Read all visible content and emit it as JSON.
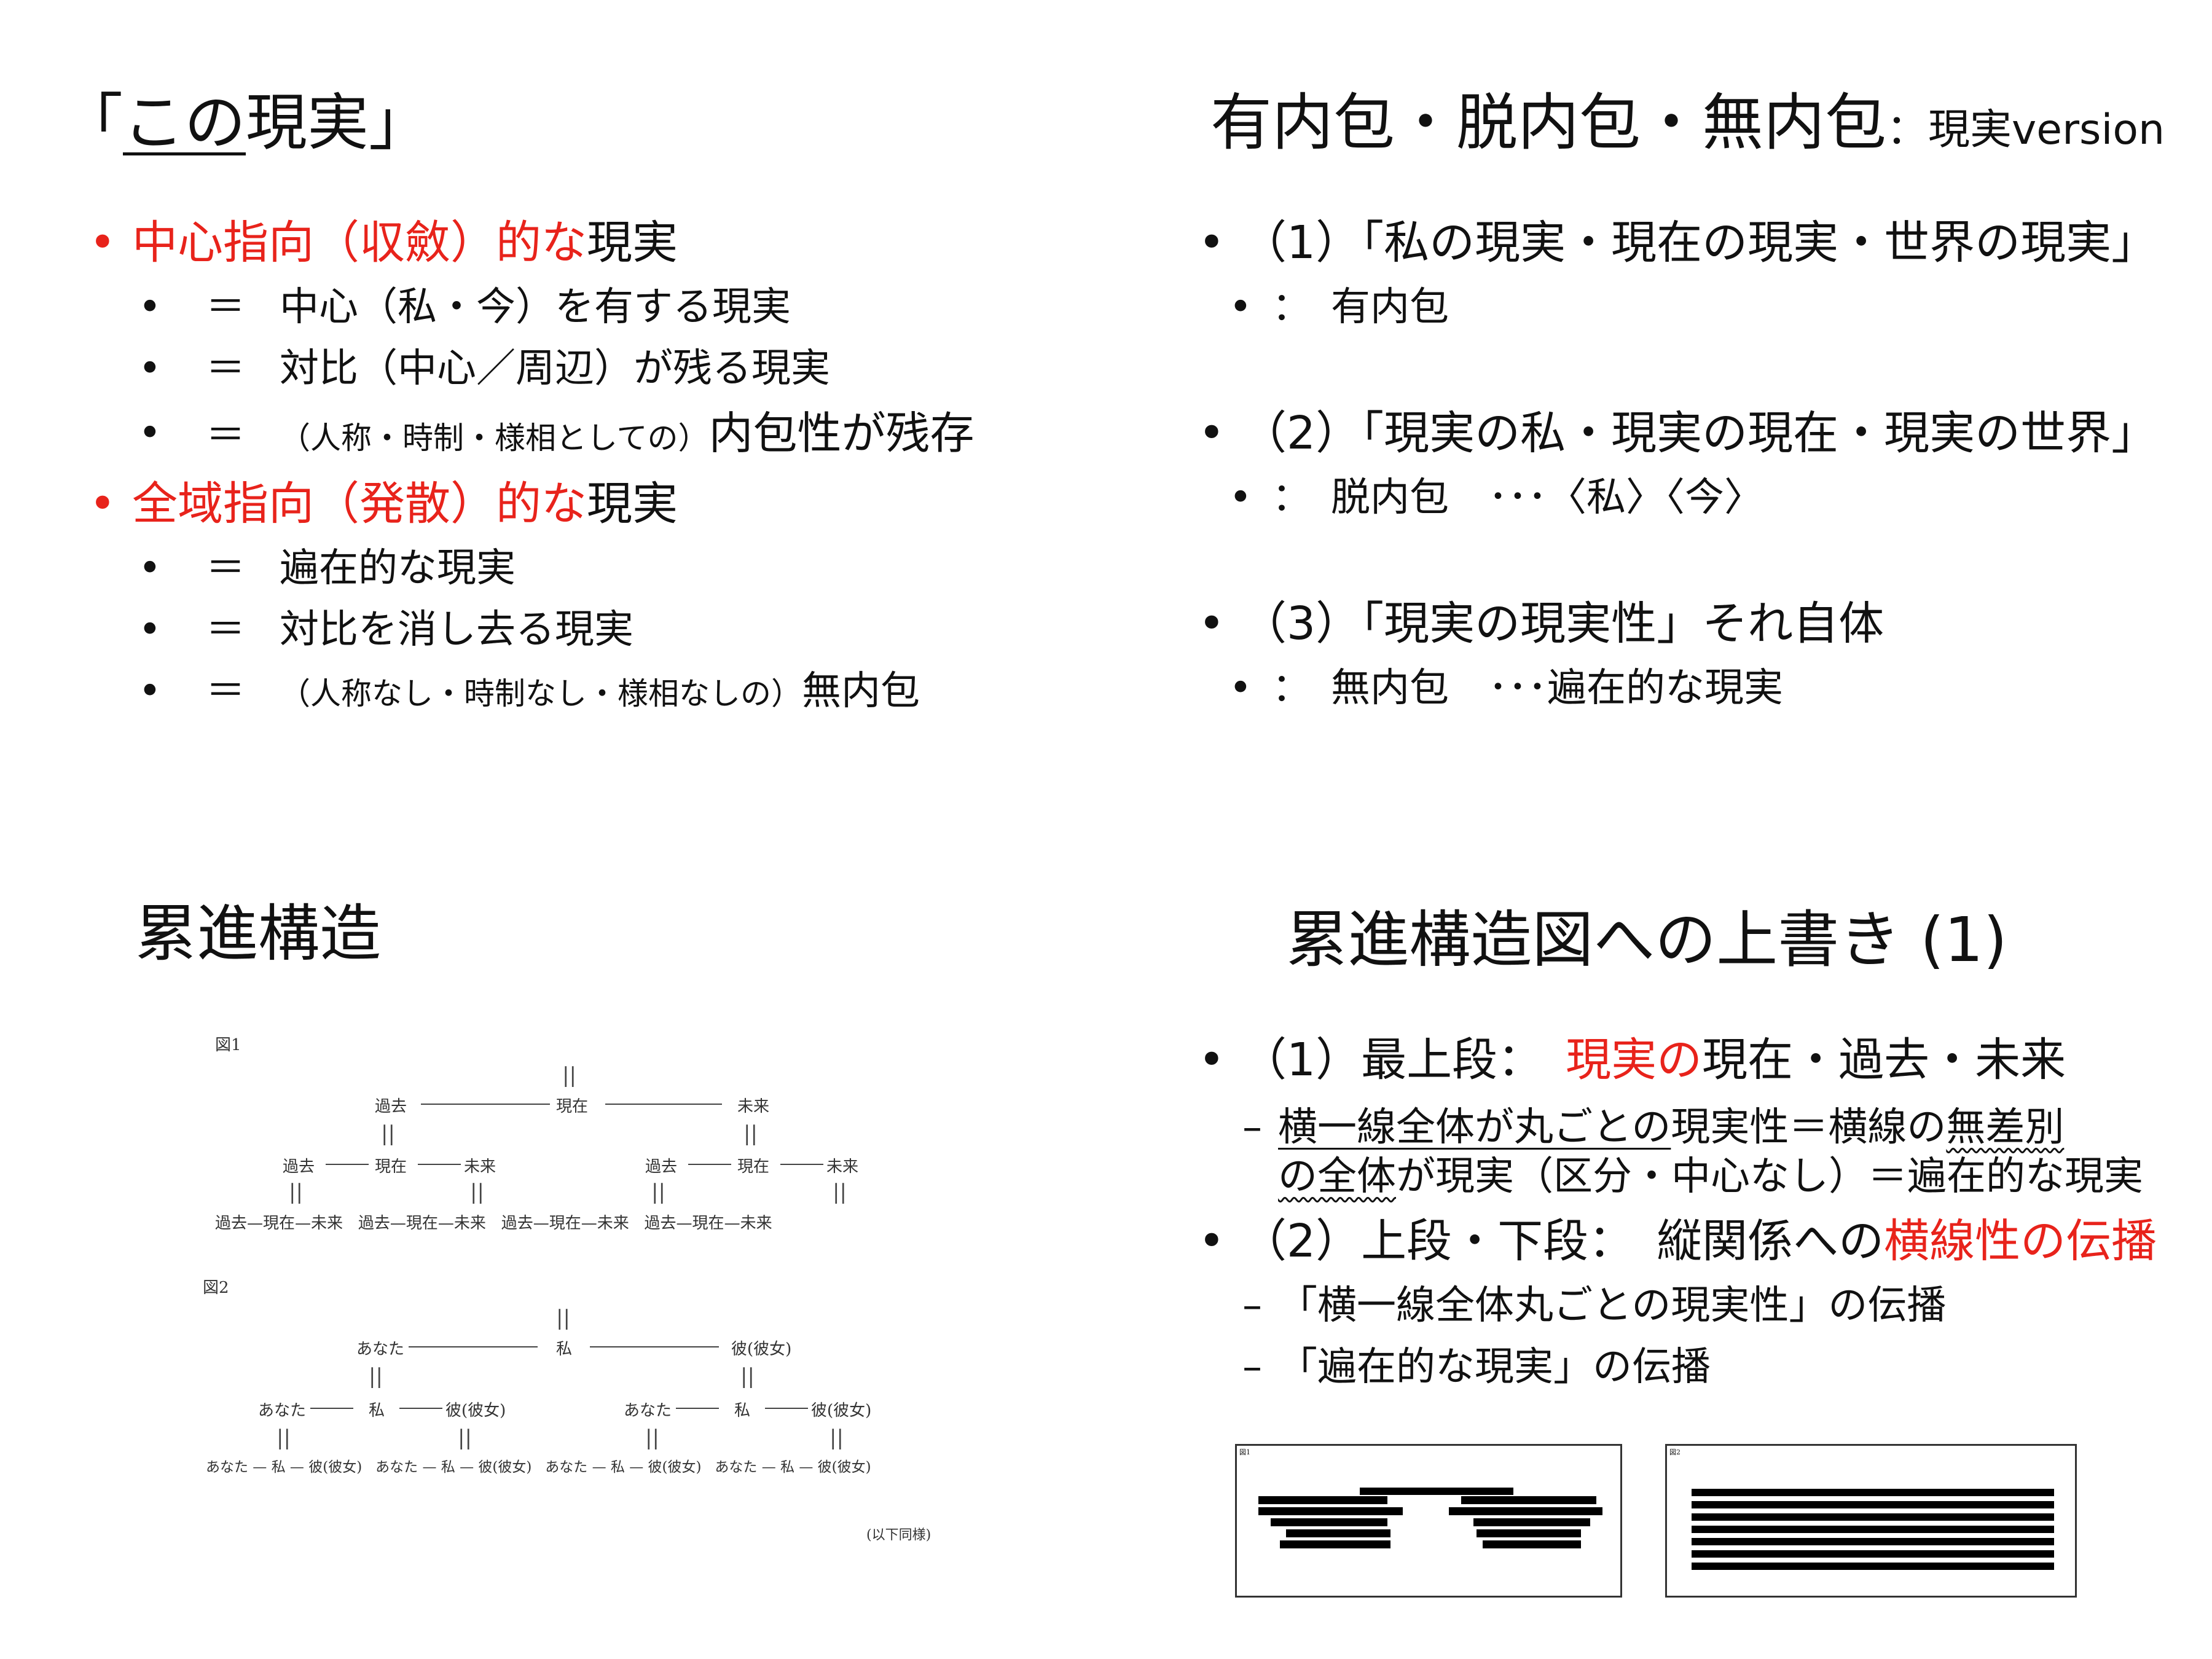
{
  "slide1": {
    "title_open": "「",
    "title_under": "この",
    "title_rest": "現実」",
    "b1_red": "中心指向（収斂）的な",
    "b1_black": "現実",
    "b1_sub": [
      {
        "eq": "＝",
        "text": "中心（私・今）を有する現実",
        "small": ""
      },
      {
        "eq": "＝",
        "text": "対比（中心／周辺）が残る現実",
        "small": ""
      },
      {
        "eq": "＝",
        "small": "（人称・時制・様相としての）",
        "text": "内包性が残存"
      }
    ],
    "b2_red": "全域指向（発散）的な",
    "b2_black": "現実",
    "b2_sub": [
      {
        "eq": "＝",
        "text": "遍在的な現実",
        "small": ""
      },
      {
        "eq": "＝",
        "text": "対比を消し去る現実",
        "small": ""
      },
      {
        "eq": "＝",
        "small": "（人称なし・時制なし・様相なしの）",
        "text": "無内包"
      }
    ]
  },
  "slide2": {
    "title_main": "有内包・脱内包・無内包",
    "title_sub": "：現実version",
    "items": [
      {
        "head": "（1）「私の現実・現在の現実・世界の現実」",
        "sub": "：　有内包"
      },
      {
        "head": "（2）「現実の私・現実の現在・現実の世界」",
        "sub": "：　脱内包　･･･〈私〉〈今〉"
      },
      {
        "head": "（3）「現実の現実性」それ自体",
        "sub": "：　無内包　･･･遍在的な現実"
      }
    ]
  },
  "slide3": {
    "title": "累進構造",
    "fig1_label": "図1",
    "fig2_label": "図2",
    "fig1": {
      "past": "過去",
      "present": "現在",
      "future": "未来"
    },
    "fig2": {
      "you": "あなた",
      "me": "私",
      "them": "彼(彼女)"
    },
    "tail": "(以下同様)"
  },
  "slide4": {
    "title": "累進構造図への上書き (1)",
    "b1_pre": "（1）最上段：　",
    "b1_red": "現実の",
    "b1_post": "現在・過去・未来",
    "b1_sub_l1a": "横一線全体が丸ごとの",
    "b1_sub_l1b": "現実性＝横線の",
    "b1_sub_l1c": "無差別",
    "b1_sub_l2a": "の全体",
    "b1_sub_l2b": "が現実（区分・中心なし）＝遍在的な現実",
    "b2_pre": "（2）上段・下段：　縦関係への",
    "b2_red": "横線性の伝播",
    "b2_subs": [
      "「横一線全体丸ごとの現実性」の伝播",
      "「遍在的な現実」の伝播"
    ],
    "thumb1_label": "図1",
    "thumb2_label": "図2"
  }
}
